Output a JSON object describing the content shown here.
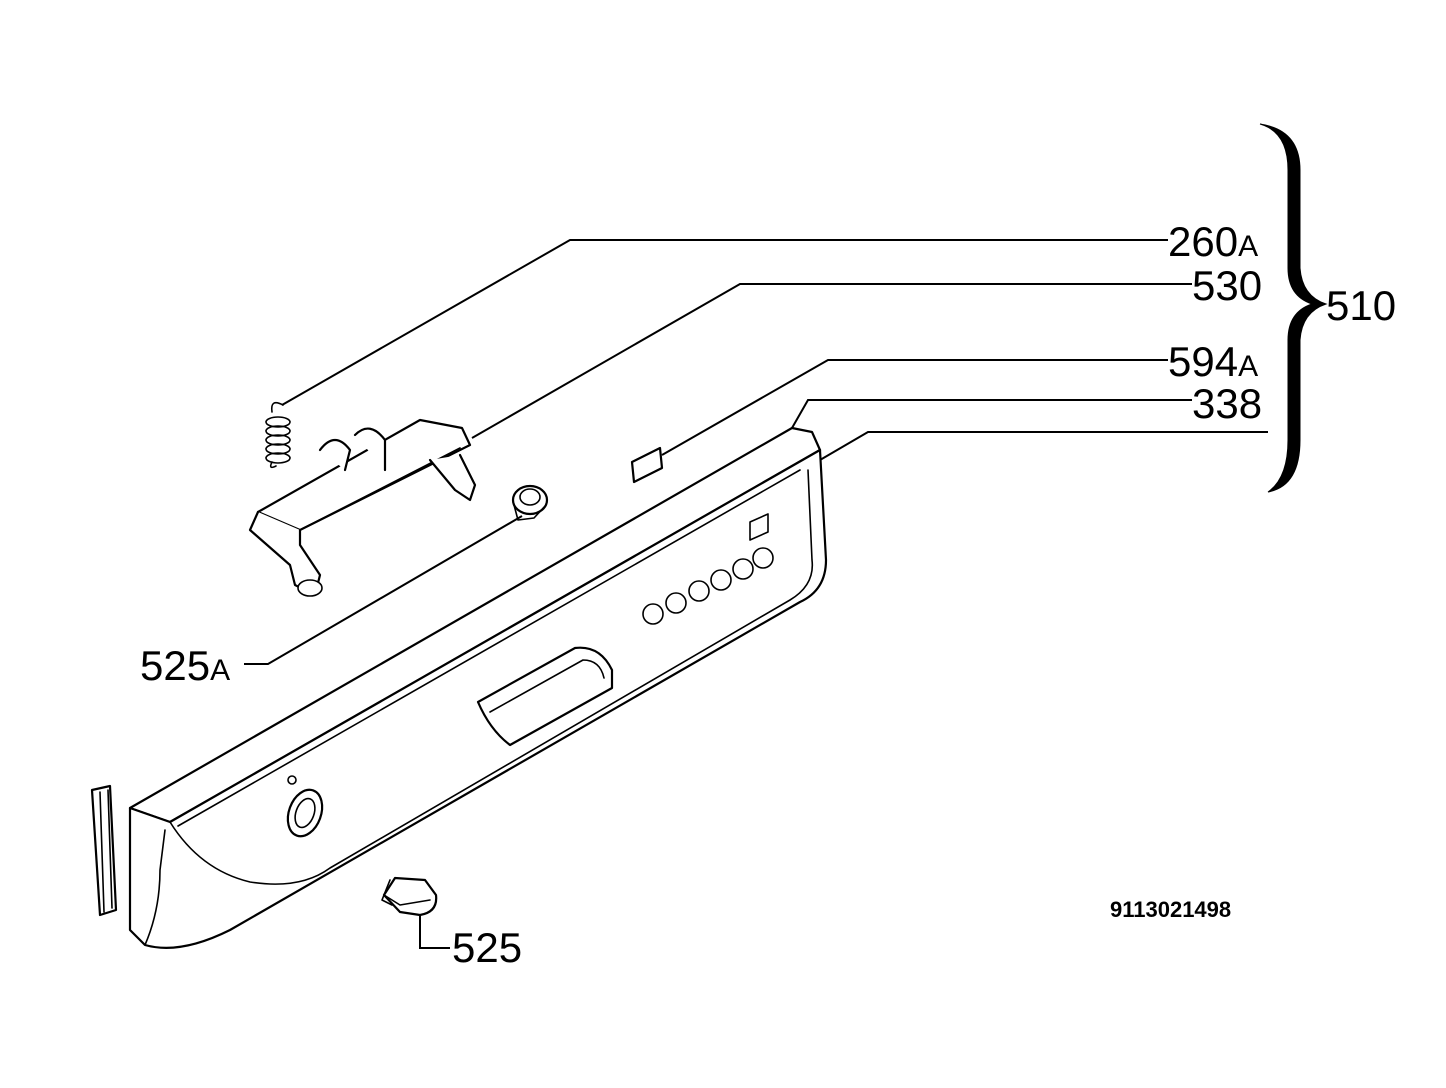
{
  "labels": {
    "spring": {
      "num": "260",
      "suffix": "A"
    },
    "handle": {
      "num": "530",
      "suffix": ""
    },
    "bracket_group": {
      "num": "510",
      "suffix": ""
    },
    "indicator": {
      "num": "594",
      "suffix": "A"
    },
    "panel": {
      "num": "338",
      "suffix": ""
    },
    "knob": {
      "num": "525",
      "suffix": "A"
    },
    "switch": {
      "num": "525",
      "suffix": ""
    }
  },
  "document_number": "9113021498"
}
